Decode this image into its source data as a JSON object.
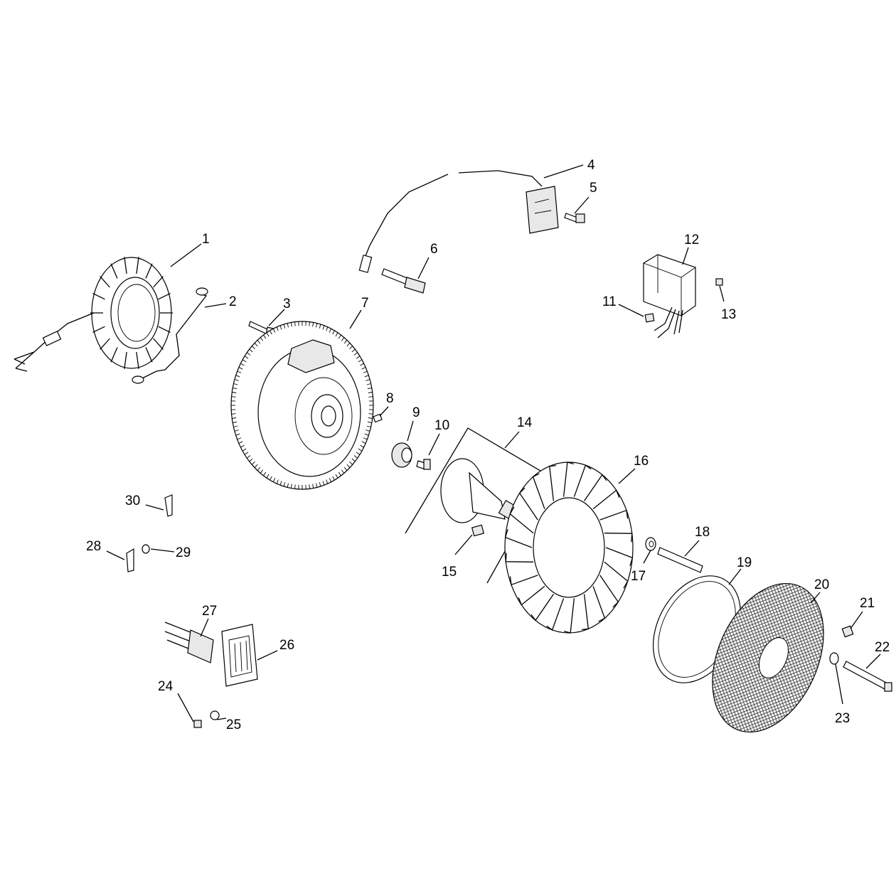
{
  "diagram": {
    "callouts": [
      {
        "id": "p1",
        "label": "1"
      },
      {
        "id": "p2",
        "label": "2"
      },
      {
        "id": "p3",
        "label": "3"
      },
      {
        "id": "p4",
        "label": "4"
      },
      {
        "id": "p5",
        "label": "5"
      },
      {
        "id": "p6",
        "label": "6"
      },
      {
        "id": "p7",
        "label": "7"
      },
      {
        "id": "p8",
        "label": "8"
      },
      {
        "id": "p9",
        "label": "9"
      },
      {
        "id": "p10",
        "label": "10"
      },
      {
        "id": "p11",
        "label": "11"
      },
      {
        "id": "p12",
        "label": "12"
      },
      {
        "id": "p13",
        "label": "13"
      },
      {
        "id": "p14",
        "label": "14"
      },
      {
        "id": "p15",
        "label": "15"
      },
      {
        "id": "p16",
        "label": "16"
      },
      {
        "id": "p17",
        "label": "17"
      },
      {
        "id": "p18",
        "label": "18"
      },
      {
        "id": "p19",
        "label": "19"
      },
      {
        "id": "p20",
        "label": "20"
      },
      {
        "id": "p21",
        "label": "21"
      },
      {
        "id": "p22",
        "label": "22"
      },
      {
        "id": "p23",
        "label": "23"
      },
      {
        "id": "p24",
        "label": "24"
      },
      {
        "id": "p25",
        "label": "25"
      },
      {
        "id": "p26",
        "label": "26"
      },
      {
        "id": "p27",
        "label": "27"
      },
      {
        "id": "p28",
        "label": "28"
      },
      {
        "id": "p29",
        "label": "29"
      },
      {
        "id": "p30",
        "label": "30"
      }
    ]
  }
}
